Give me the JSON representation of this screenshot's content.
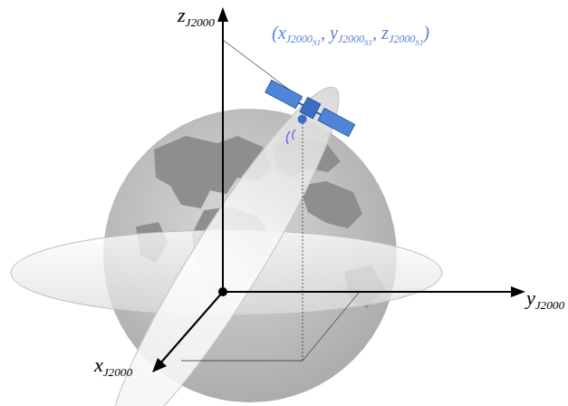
{
  "diagram": {
    "labels": [
      "z",
      "J2000",
      "y",
      "J2000",
      "x",
      "J2000",
      "(x",
      "J2000",
      "S1",
      ", y",
      "J2000",
      "S1",
      ", z",
      "J2000",
      "S1",
      ")"
    ]
  }
}
